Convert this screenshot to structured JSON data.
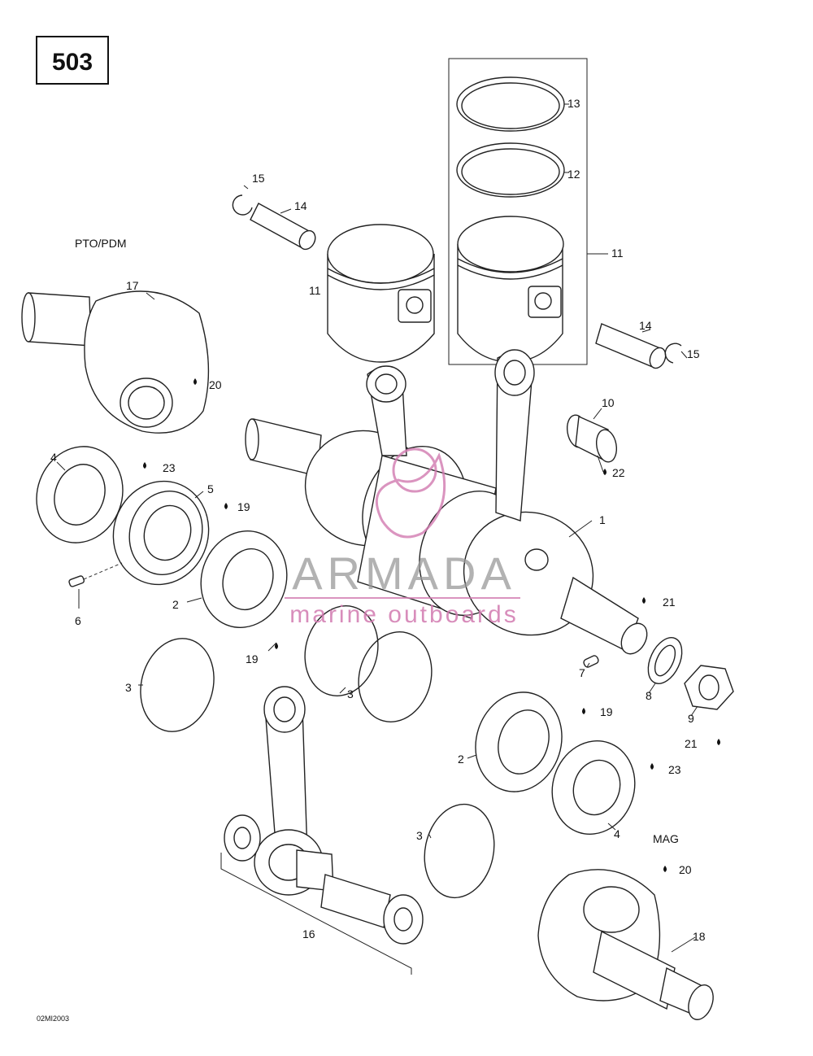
{
  "page_number": "503",
  "footer_code": "02MI2003",
  "side_labels": {
    "pto": "PTO/PDM",
    "mag": "MAG"
  },
  "watermark": {
    "brand": "ARMADA",
    "tagline": "marine outboards",
    "accent_color": "#d27ab0"
  },
  "callouts": {
    "c1": "1",
    "c2a": "2",
    "c2b": "2",
    "c3a": "3",
    "c3b": "3",
    "c3c": "3",
    "c4a": "4",
    "c4b": "4",
    "c5": "5",
    "c6": "6",
    "c7": "7",
    "c8": "8",
    "c9": "9",
    "c10": "10",
    "c11a": "11",
    "c11b": "11",
    "c12": "12",
    "c13": "13",
    "c14a": "14",
    "c14b": "14",
    "c15a": "15",
    "c15b": "15",
    "c16": "16",
    "c17": "17",
    "c18": "18",
    "c19a": "19",
    "c19b": "19",
    "c19c": "19",
    "c20a": "20",
    "c20b": "20",
    "c21a": "21",
    "c21b": "21",
    "c22": "22",
    "c23a": "23",
    "c23b": "23"
  }
}
